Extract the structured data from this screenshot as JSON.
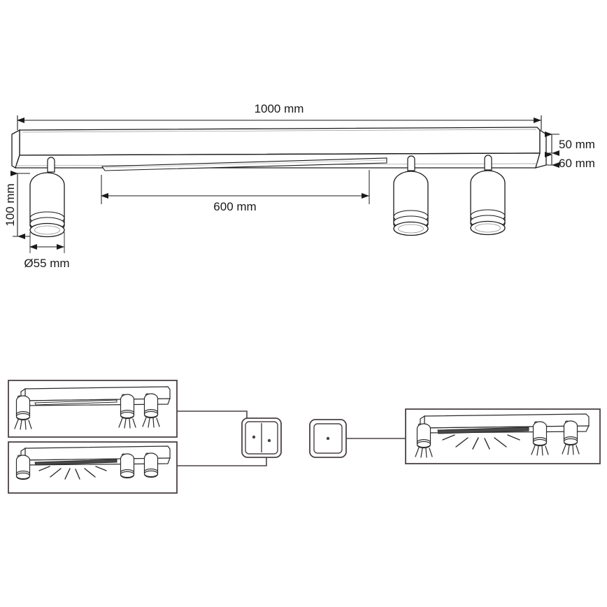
{
  "drawing": {
    "title": "LED ceiling spotlight bar technical drawing",
    "units": "mm"
  },
  "dimensions": {
    "overall_length": "1000 mm",
    "spotlight_spacing": "600 mm",
    "body_height_upper": "50 mm",
    "body_height_lower": "60 mm",
    "spotlight_height": "100 mm",
    "spotlight_diameter": "Ø55 mm"
  },
  "fixture": {
    "name": "ceiling-bar-fixture",
    "spotlight_count": 3,
    "linear_strip": "integrated linear LED strip"
  },
  "wiring_panels": [
    {
      "id": "panel-spots-on",
      "label": "spotlights-on-linear-off",
      "spotlights_on": true,
      "linear_on": false,
      "switch": "double-rocker-left"
    },
    {
      "id": "panel-linear-on",
      "label": "linear-on-spotlights-off",
      "spotlights_on": false,
      "linear_on": true,
      "switch": "double-rocker-right"
    },
    {
      "id": "panel-all-on",
      "label": "all-lights-on",
      "spotlights_on": true,
      "linear_on": true,
      "switch": "single-rocker"
    }
  ],
  "switches": [
    {
      "id": "double-switch",
      "name": "double-rocker-switch",
      "rockers": 2
    },
    {
      "id": "single-switch",
      "name": "single-rocker-switch",
      "rockers": 1
    }
  ],
  "colors": {
    "line": "#1a1a1a",
    "thin_line": "#3a3a3a",
    "panel_border": "#4a4246",
    "wire": "#4a4246",
    "strip_fill": "#4a4a4a",
    "background": "#ffffff"
  }
}
